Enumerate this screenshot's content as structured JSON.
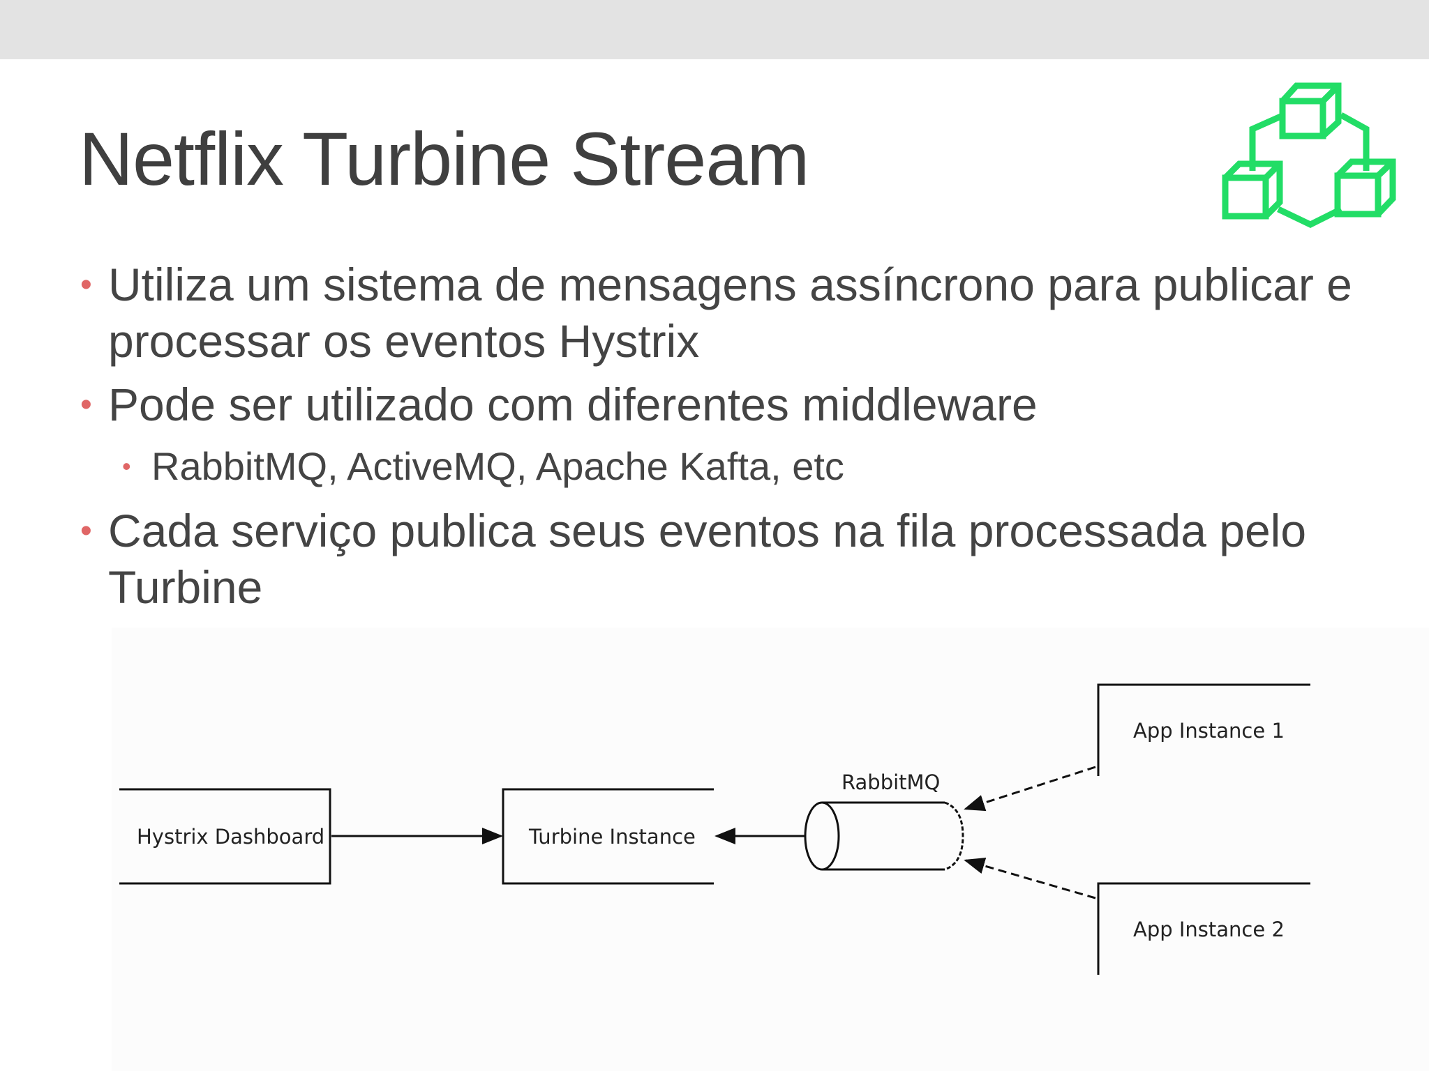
{
  "slide": {
    "title": "Netflix Turbine Stream",
    "bullets": [
      "Utiliza um sistema de mensagens assíncrono para publicar e processar os eventos Hystrix",
      "Pode ser utilizado com diferentes middleware",
      "Cada serviço publica seus eventos na fila processada pelo Turbine"
    ],
    "sub_bullets": [
      "RabbitMQ, ActiveMQ, Apache Kafta, etc"
    ],
    "bullet_color": "#e06666",
    "logo": {
      "icon": "connected-cubes-icon",
      "color": "#22dd66"
    }
  },
  "diagram": {
    "nodes": {
      "dashboard": "Hystrix Dashboard",
      "turbine": "Turbine Instance",
      "queue": "RabbitMQ",
      "app1": "App Instance 1",
      "app2": "App Instance 2"
    }
  }
}
